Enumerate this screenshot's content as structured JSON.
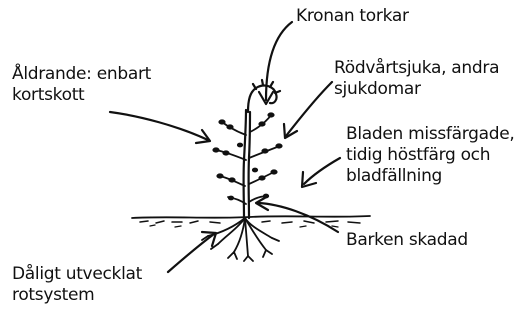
{
  "labels": {
    "crown": "Kronan torkar",
    "aging_line1": "Åldrande: enbart",
    "aging_line2": "kortskott",
    "disease_line1": "Rödvårtsjuka, andra",
    "disease_line2": "sjukdomar",
    "leaves_line1": "Bladen missfärgade,",
    "leaves_line2": "tidig höstfärg och",
    "leaves_line3": "bladfällning",
    "bark": "Barken skadad",
    "roots_line1": "Dåligt utvecklat",
    "roots_line2": "rotsystem"
  },
  "colors": {
    "ink": "#111111",
    "background": "#ffffff"
  }
}
